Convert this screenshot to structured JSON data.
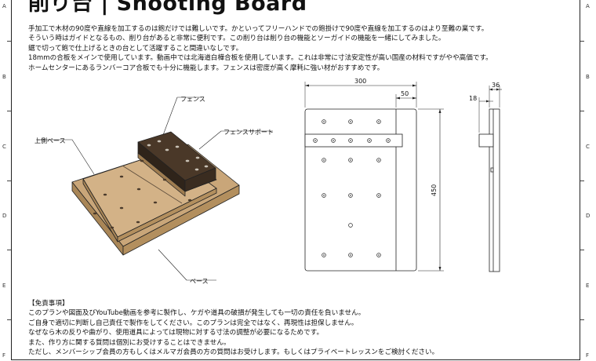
{
  "title": "削り台 | Shooting Board",
  "description": [
    "手加工で木材の90度や直線を加工するのは鉋だけでは難しいです。かといってフリーハンドでの鉋掛けで90度や直線を加工するのはより至難の業です。",
    "そういう時はガイドとなるもの、削り台があると非常に便利です。この削り台は削り台の機能とソーガイドの機能を一緒にしてみました。",
    "鋸で切って鉋で仕上げるときの台として活躍すること間違いなしです。",
    "18mmの合板をメインで使用しています。動画中では北海道白樺合板を使用しています。これは非常に寸法安定性が高い国産の材料ですがやや高価です。",
    "ホームセンターにあるランバーコア合板でも十分に機能します。フェンスは密度が高く摩耗に強い材がおすすめです。"
  ],
  "labels": {
    "fence": "フェンス",
    "fence_support": "フェンスサポート",
    "upper_base": "上側ベース",
    "base": "ベース"
  },
  "dimensions": {
    "width": "300",
    "strip": "50",
    "height": "450",
    "side_total": "36",
    "side_thickness": "18"
  },
  "disclaimer": {
    "heading": "【免責事項】",
    "lines": [
      "このプランや図面及びYouTube動画を参考に製作し、ケガや道具の破損が発生しても一切の責任を負いません。",
      "ご自身で適切に判断し自己責任で製作をしてください。このプランは完全ではなく、再現性は担保しません。",
      "なぜなら木の反りや曲がり、使用道具によっては現物に対する寸法の調整が必要になるためです。",
      "また、作り方に関する質問は個別にお受けすることはできません。",
      "ただし、メンバーシップ会員の方もしくはメルマガ会員の方の質問はお受けします。もしくはプライベートレッスンをご検討ください。"
    ]
  },
  "zones": [
    "A",
    "B",
    "C",
    "D",
    "E",
    "F"
  ],
  "colors": {
    "wood_top": "#c9a679",
    "wood_side": "#a98657",
    "fence": "#3d2e22",
    "line": "#222222"
  }
}
